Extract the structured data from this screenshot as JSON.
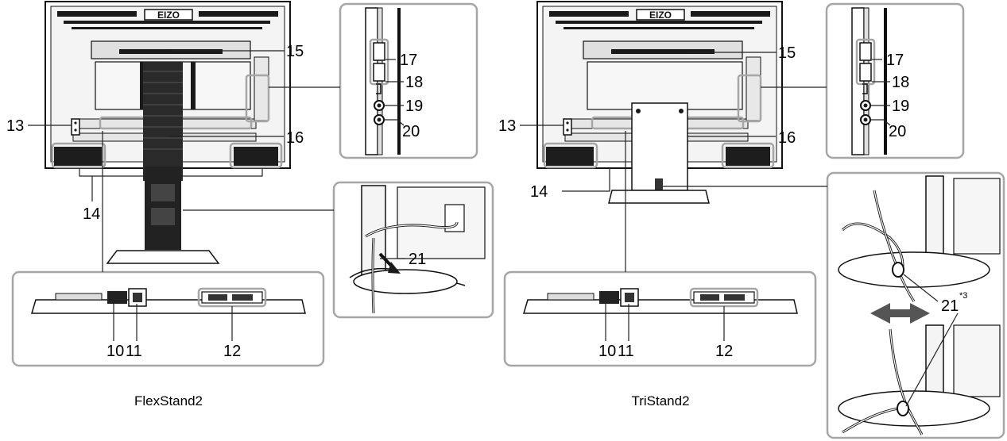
{
  "logo_text": "EIZO",
  "left": {
    "caption": "FlexStand2",
    "labels": {
      "n10": "10",
      "n11": "11",
      "n12": "12",
      "n13": "13",
      "n14": "14",
      "n15": "15",
      "n16": "16",
      "n17": "17",
      "n18": "18",
      "n19": "19",
      "n20": "20",
      "n21": "21"
    }
  },
  "right": {
    "caption": "TriStand2",
    "labels": {
      "n10": "10",
      "n11": "11",
      "n12": "12",
      "n13": "13",
      "n14": "14",
      "n15": "15",
      "n16": "16",
      "n17": "17",
      "n18": "18",
      "n19": "19",
      "n20": "20",
      "n21": "21",
      "note": "*3"
    }
  }
}
